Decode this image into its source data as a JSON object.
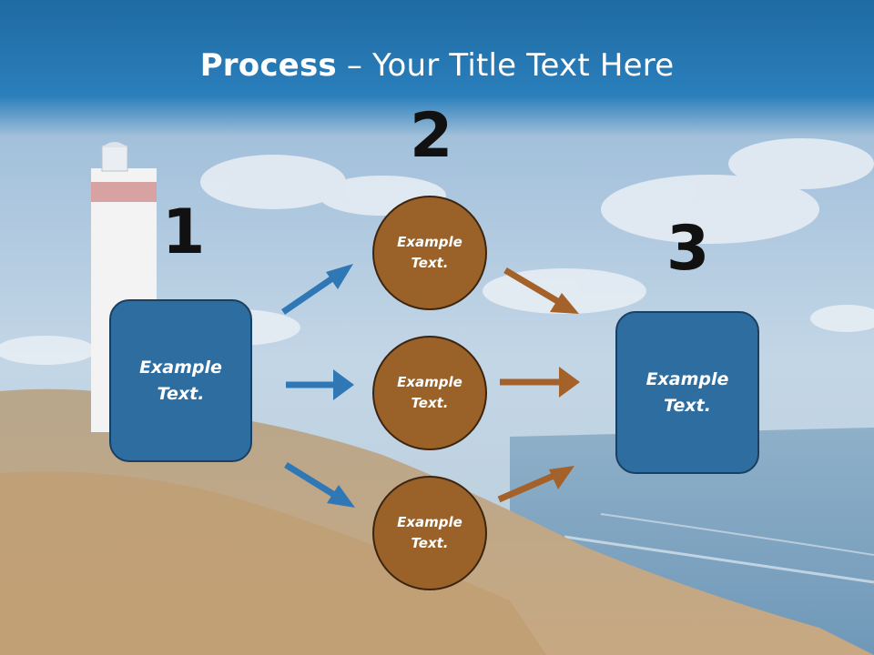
{
  "title": {
    "bold": "Process",
    "rest": " – Your Title Text Here"
  },
  "step_numbers": [
    "1",
    "2",
    "3"
  ],
  "left_box": {
    "text": "Example Text."
  },
  "circles": [
    {
      "text": "Example Text."
    },
    {
      "text": "Example Text."
    },
    {
      "text": "Example Text."
    }
  ],
  "right_box": {
    "text": "Example Text."
  },
  "colors": {
    "title_bar": "#2576b0",
    "box_fill": "#2e6da0",
    "circle_fill": "#9a6128",
    "arrow_blue": "#2f78b5",
    "arrow_brown": "#a4622a"
  }
}
